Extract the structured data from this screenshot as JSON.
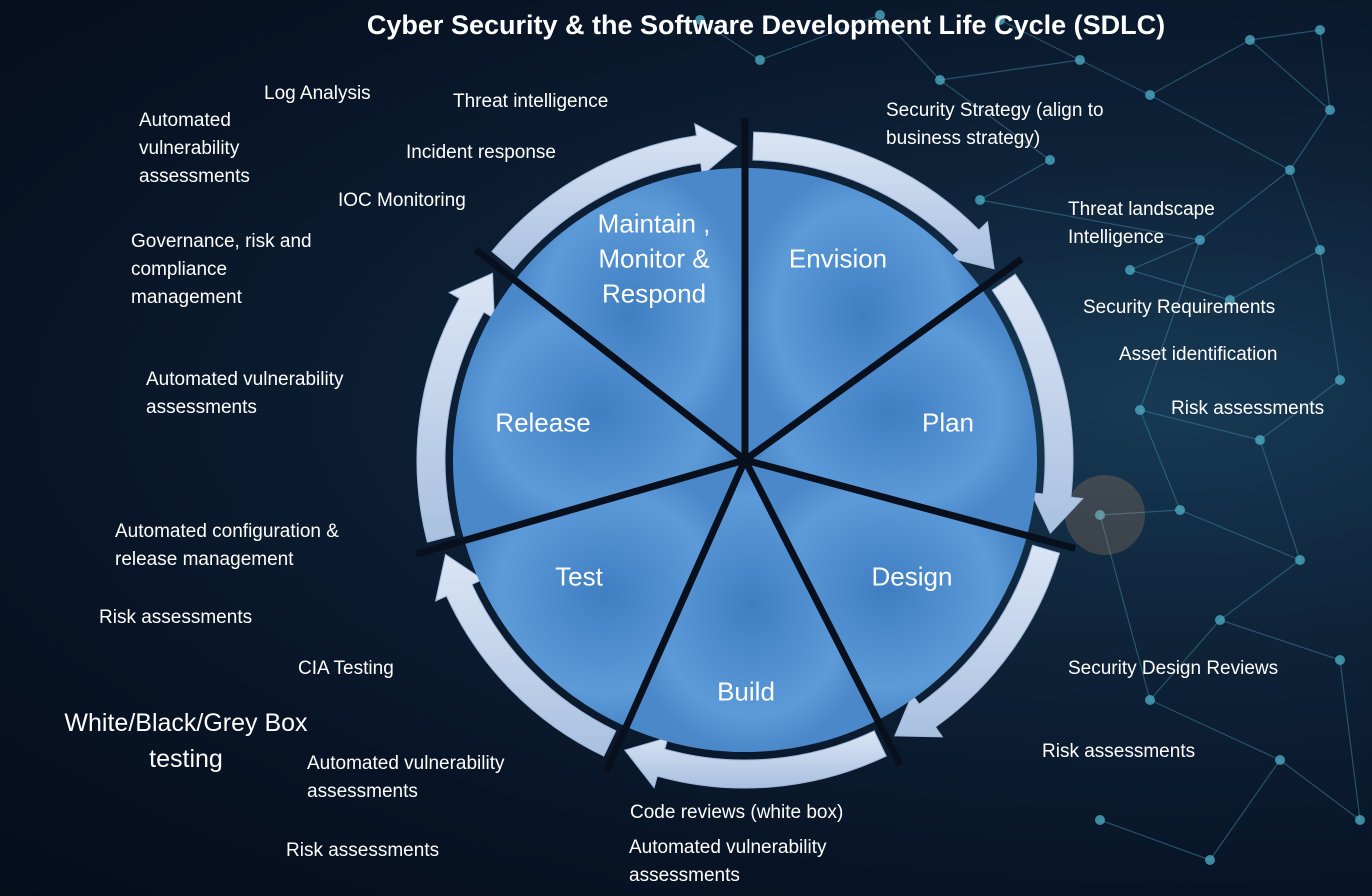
{
  "title": "Cyber Security & the Software Development Life Cycle (SDLC)",
  "phases": {
    "maintain": [
      "Maintain ,",
      "Monitor &",
      "Respond"
    ],
    "envision": "Envision",
    "plan": "Plan",
    "design": "Design",
    "build": "Build",
    "test": "Test",
    "release": "Release"
  },
  "activities": {
    "log_analysis": "Log Analysis",
    "threat_intelligence": "Threat intelligence",
    "auto_vuln_top": [
      "Automated",
      "vulnerability",
      "assessments"
    ],
    "incident_response": "Incident response",
    "ioc_monitoring": "IOC Monitoring",
    "grc": [
      "Governance, risk and",
      "compliance",
      "management"
    ],
    "security_strategy": [
      "Security Strategy (align to",
      "business strategy)"
    ],
    "threat_landscape": [
      "Threat landscape",
      "Intelligence"
    ],
    "security_requirements": "Security Requirements",
    "asset_identification": "Asset identification",
    "risk_assessments_plan": "Risk assessments",
    "auto_vuln_release": [
      "Automated vulnerability",
      "assessments"
    ],
    "auto_config": [
      "Automated configuration &",
      "release management"
    ],
    "risk_assessments_test": "Risk assessments",
    "cia_testing": "CIA Testing",
    "box_testing": [
      "White/Black/Grey Box",
      "testing"
    ],
    "auto_vuln_test": [
      "Automated vulnerability",
      "assessments"
    ],
    "risk_assessments_bottom": "Risk assessments",
    "code_reviews": "Code reviews (white box)",
    "auto_vuln_build": [
      "Automated vulnerability",
      "assessments"
    ],
    "security_design_reviews": "Security Design Reviews",
    "risk_assessments_design": "Risk assessments"
  },
  "colors": {
    "background": "#081426",
    "wedge": "#4f8fd0",
    "arrow_ring": "#c4d6ee",
    "text": "#ffffff"
  }
}
